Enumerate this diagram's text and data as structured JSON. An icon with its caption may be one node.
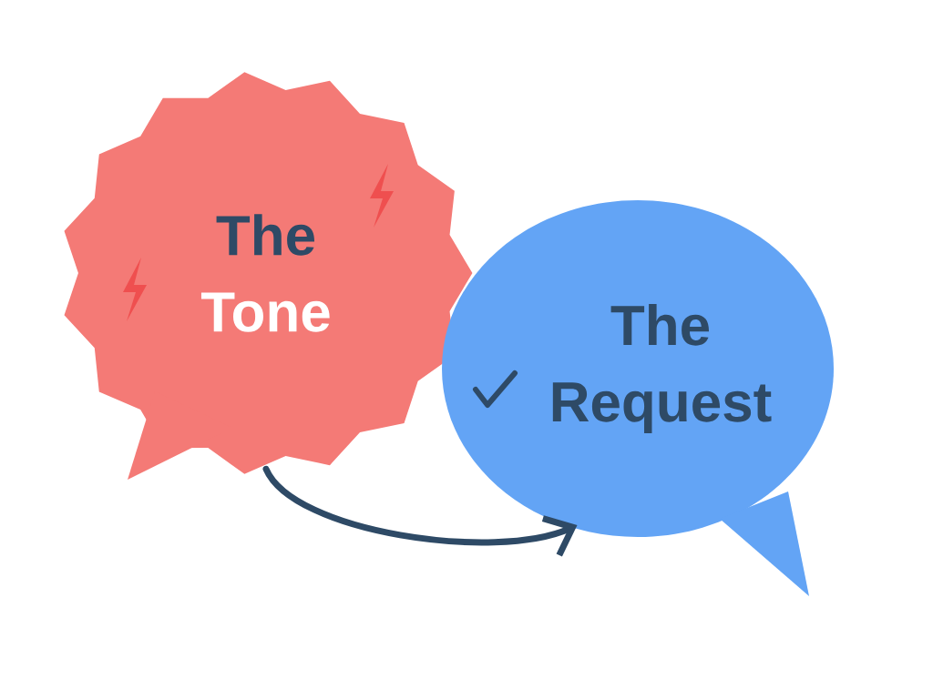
{
  "diagram": {
    "nodes": [
      {
        "text": [
          "The",
          "Tone"
        ]
      },
      {
        "text": [
          "The Request"
        ]
      }
    ],
    "edges": [
      {
        "from": 0,
        "to": 1,
        "arrow": "to"
      }
    ]
  }
}
